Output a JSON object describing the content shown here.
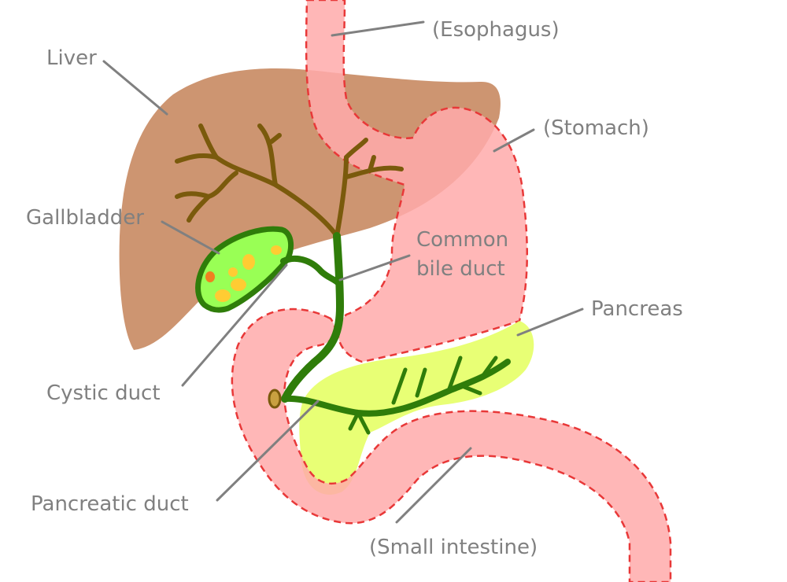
{
  "labels": {
    "esophagus": "(Esophagus)",
    "liver": "Liver",
    "stomach": "(Stomach)",
    "gallbladder": "Gallbladder",
    "common_bile_duct_line1": "Common",
    "common_bile_duct_line2": "bile duct",
    "pancreas": "Pancreas",
    "cystic_duct": "Cystic duct",
    "pancreatic_duct": "Pancreatic duct",
    "small_intestine": "(Small intestine)"
  },
  "colors": {
    "label_text": "#808080",
    "leader_line": "#808080",
    "liver": "#cd9571",
    "gut_fill": "#ffaaaa",
    "gut_outline": "#e83838",
    "pancreas": "#e6ff66",
    "bile_duct": "#2f7d0a",
    "gallbladder": "#99ff55",
    "gallstones": "#ffcc33",
    "liver_ducts": "#7a5a0c"
  }
}
